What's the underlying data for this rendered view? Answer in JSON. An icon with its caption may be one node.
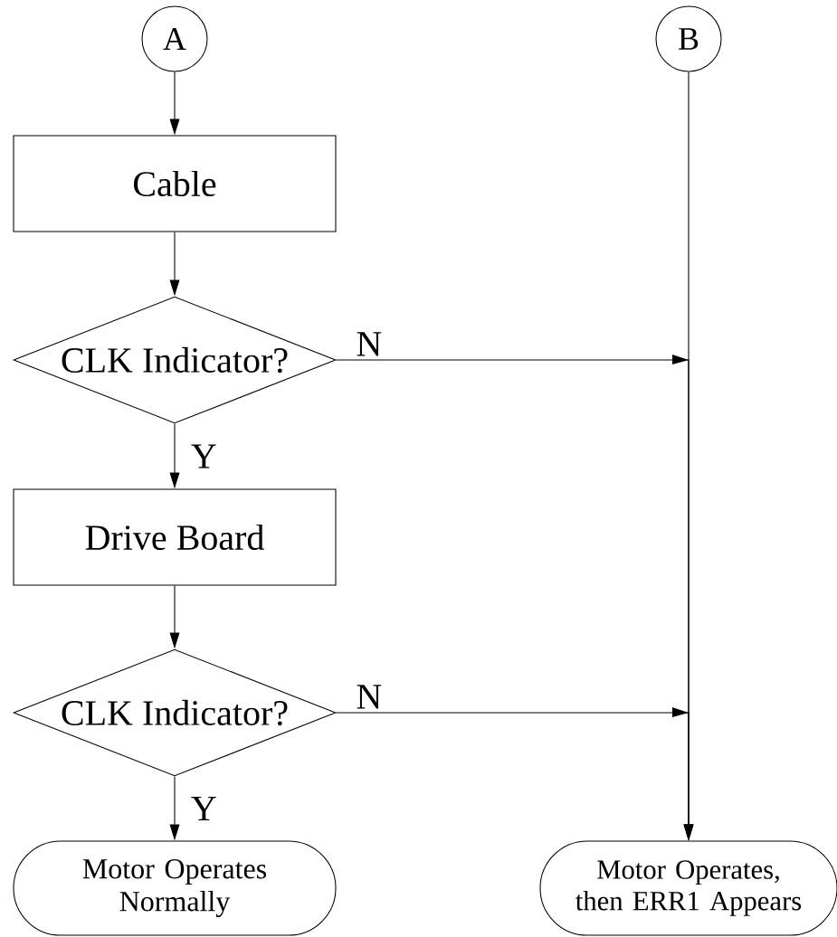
{
  "diagram": {
    "nodes": [
      {
        "text": [
          "A"
        ]
      },
      {
        "text": [
          "B"
        ]
      },
      {
        "text": [
          "Cable"
        ]
      },
      {
        "text": [
          "CLK Indicator?"
        ]
      },
      {
        "text": [
          "Drive Board"
        ]
      },
      {
        "text": [
          "CLK Indicator?"
        ]
      },
      {
        "text": [
          "Motor Operates Normally"
        ]
      },
      {
        "text": [
          "Motor Operates, then ERR1 Appears"
        ]
      }
    ],
    "edges": [
      {
        "from": 0,
        "to": 2,
        "arrow": "to"
      },
      {
        "from": 2,
        "to": 3,
        "arrow": "to"
      },
      {
        "from": 3,
        "to": 4,
        "arrow": "to",
        "label": "Y"
      },
      {
        "from": 4,
        "to": 5,
        "arrow": "to"
      },
      {
        "from": 5,
        "to": 6,
        "arrow": "to",
        "label": "Y"
      },
      {
        "from": 1,
        "to": 7,
        "arrow": "to"
      },
      {
        "from": 3,
        "to": 7,
        "arrow": "to",
        "label": "N"
      },
      {
        "from": 5,
        "to": 7,
        "arrow": "to",
        "label": "N"
      }
    ]
  }
}
